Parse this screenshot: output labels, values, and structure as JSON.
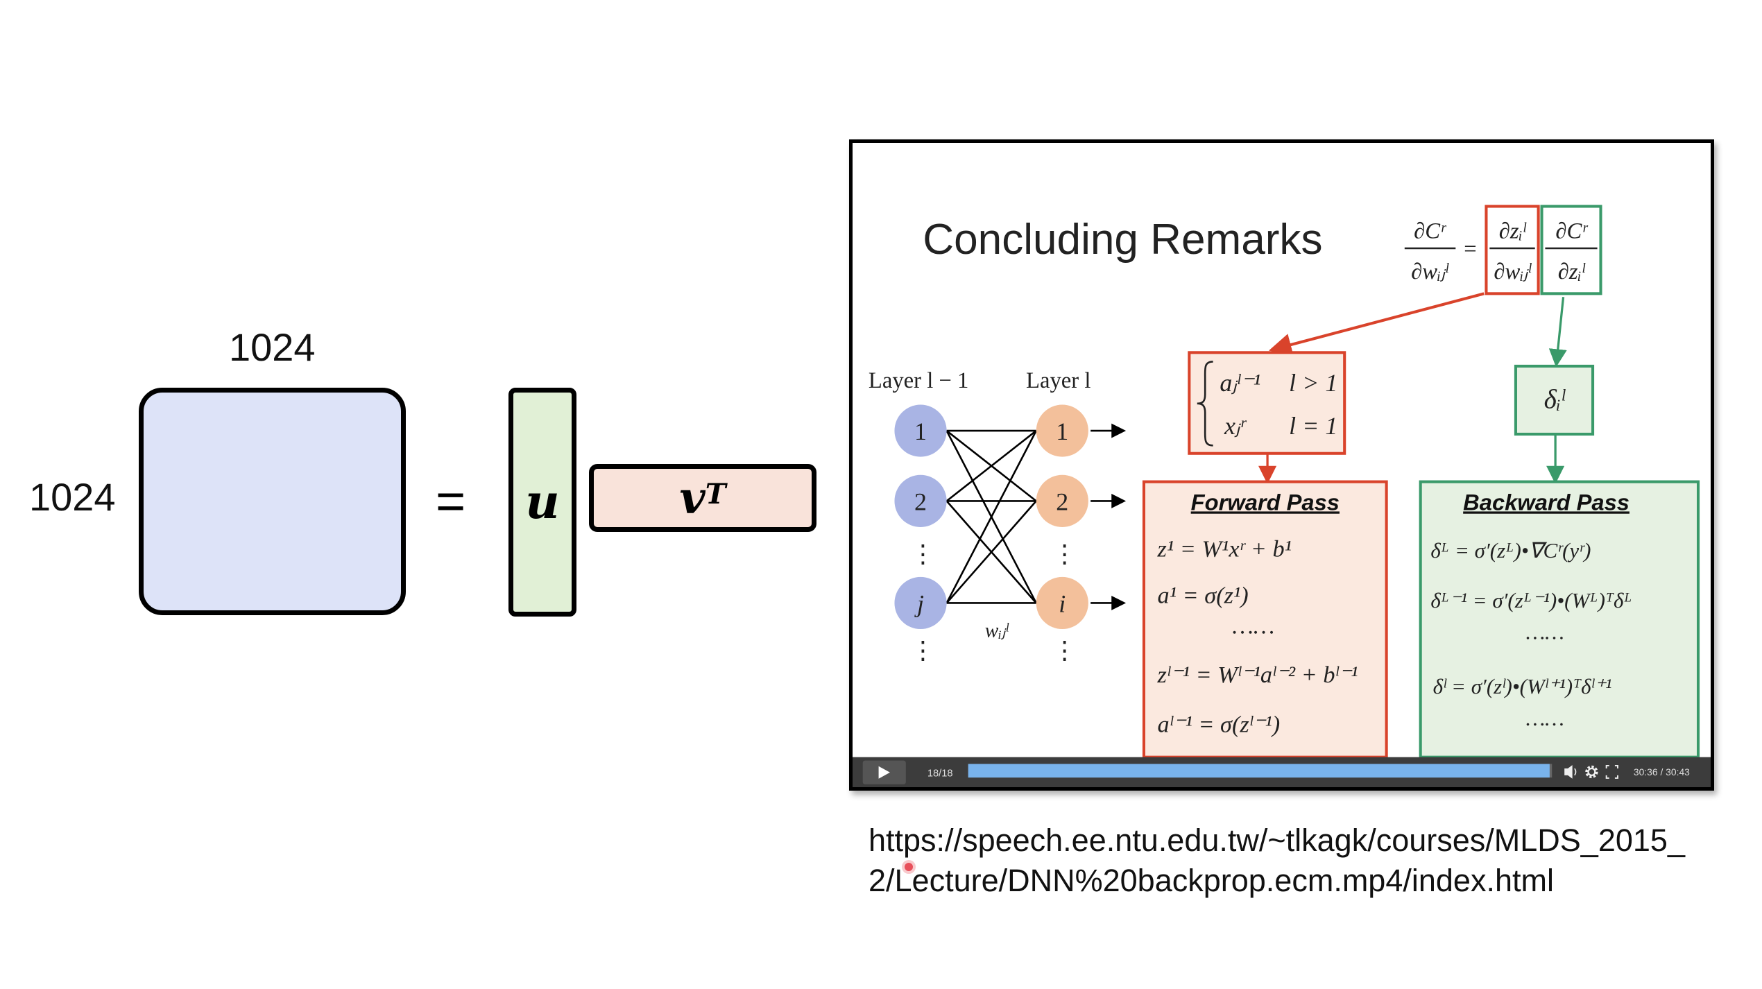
{
  "diagram": {
    "top_dim": "1024",
    "left_dim": "1024",
    "equals": "=",
    "u_label": "u",
    "v_label": "v",
    "v_superscript": "T",
    "colors": {
      "matrix": "#dde3f8",
      "u": "#e1f0d6",
      "v": "#f9e3da"
    }
  },
  "video": {
    "slide": {
      "title": "Concluding Remarks",
      "header_eq": {
        "lhs_num": "∂Cʳ",
        "lhs_den": "∂wᵢⱼˡ",
        "eq": "=",
        "red_num": "∂zᵢˡ",
        "red_den": "∂wᵢⱼˡ",
        "green_num": "∂Cʳ",
        "green_den": "∂zᵢˡ"
      },
      "case_box": {
        "row1_expr": "aⱼˡ⁻¹",
        "row1_cond": "l > 1",
        "row2_expr": "xⱼʳ",
        "row2_cond": "l = 1"
      },
      "delta_box": "δᵢˡ",
      "layer_prev": "Layer l − 1",
      "layer_cur": "Layer l",
      "prev_nodes": [
        "1",
        "2",
        "j"
      ],
      "cur_nodes": [
        "1",
        "2",
        "i"
      ],
      "ellipsis": "⋮",
      "weight_label": "wᵢⱼˡ",
      "forward": {
        "title": "Forward Pass",
        "lines": [
          "z¹ = W¹xʳ + b¹",
          "a¹ = σ(z¹)",
          "……",
          "zˡ⁻¹ = Wˡ⁻¹aˡ⁻² + bˡ⁻¹",
          "aˡ⁻¹ = σ(zˡ⁻¹)"
        ]
      },
      "backward": {
        "title": "Backward Pass",
        "lines": [
          "δᴸ = σ′(zᴸ)•∇Cʳ(yʳ)",
          "δᴸ⁻¹ = σ′(zᴸ⁻¹)•(Wᴸ)ᵀδᴸ",
          "……",
          "δˡ = σ′(zˡ)•(Wˡ⁺¹)ᵀδˡ⁺¹",
          "……"
        ]
      },
      "colors": {
        "red": "#d9432b",
        "green": "#3a9a6a",
        "red_fill": "#fbe9df",
        "green_fill": "#e6f1e2",
        "blue_node": "#a9b4e4",
        "orange_node": "#f3c09b"
      }
    },
    "controls": {
      "play_icon": "play-icon",
      "slide_counter": "18/18",
      "progress": 0.996,
      "time": "30:36 / 30:43",
      "progress_color": "#79b3ec"
    }
  },
  "url": {
    "line1": "https://speech.ee.ntu.edu.tw/~tlkagk/courses/MLDS_2015_",
    "line2": "2/Lecture/DNN%20backprop.ecm.mp4/index.html"
  }
}
